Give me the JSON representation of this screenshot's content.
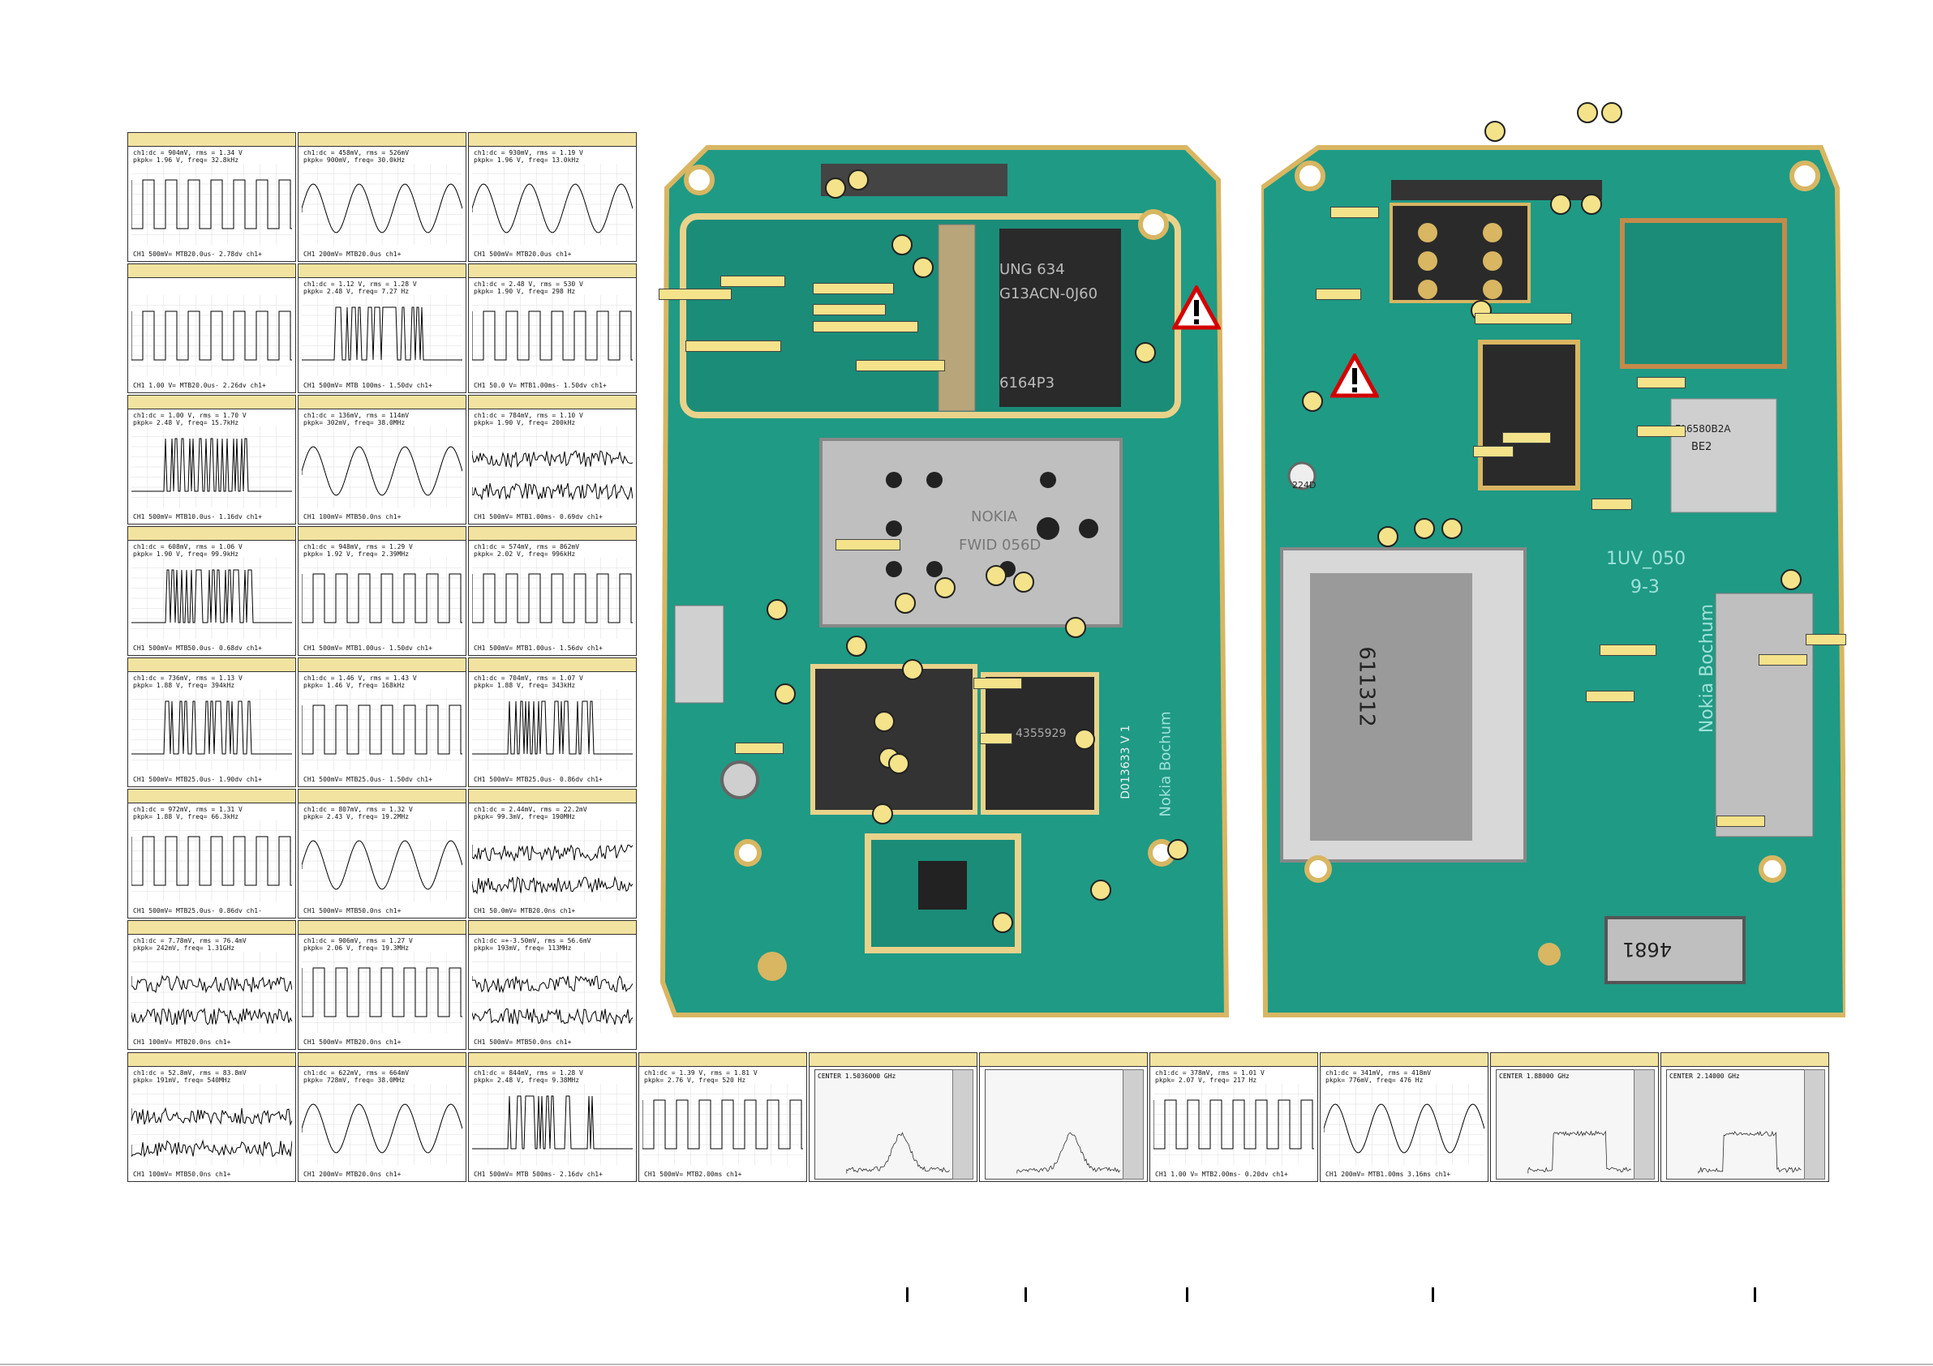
{
  "scope_rows": [
    [
      {
        "line1": "ch1:dc  =  904mV, rms = 1.34 V",
        "line2": "pkpk= 1.96 V, freq= 32.8kHz",
        "foot": "CH1  500mV=    MTB20.0us-  2.78dv ch1+"
      },
      {
        "line1": "ch1:dc  =  458mV, rms =  526mV",
        "line2": "pkpk= 900mV, freq= 30.0kHz",
        "foot": "CH1  200mV=    MTB20.0us         ch1+"
      },
      {
        "line1": "ch1:dc  =  930mV, rms = 1.19 V",
        "line2": "pkpk= 1.96 V, freq= 13.0kHz",
        "foot": "CH1  500mV=    MTB20.0us         ch1+"
      }
    ],
    [
      {
        "line1": "",
        "line2": "",
        "foot": "CH1 1.00 V=    MTB20.0us-  2.26dv ch1+"
      },
      {
        "line1": "ch1:dc  = 1.12 V, rms = 1.28 V",
        "line2": "pkpk= 2.48 V, freq= 7.27 Hz",
        "foot": "CH1  500mV=    MTB 100ms-  1.50dv ch1+"
      },
      {
        "line1": "ch1:dc  = 2.48 V, rms =  530 V",
        "line2": "pkpk= 1.90 V, freq=  298 Hz",
        "foot": "CH1 50.0 V=    MTB1.00ms-  1.50dv ch1+"
      }
    ],
    [
      {
        "line1": "ch1:dc  = 1.00 V, rms = 1.70 V",
        "line2": "pkpk= 2.48 V, freq= 15.7kHz",
        "foot": "CH1  500mV=    MTB10.0us-  1.16dv ch1+"
      },
      {
        "line1": "ch1:dc  =  136mV, rms =  114mV",
        "line2": "pkpk= 302mV, freq= 38.0MHz",
        "foot": "CH1  100mV=    MTB50.0ns         ch1+"
      },
      {
        "line1": "ch1:dc  =  784mV, rms = 1.10 V",
        "line2": "pkpk= 1.90 V, freq=  200kHz",
        "foot": "CH1  500mV=    MTB1.00ms-  0.69dv ch1+"
      }
    ],
    [
      {
        "line1": "ch1:dc  =  608mV, rms = 1.06 V",
        "line2": "pkpk= 1.90 V, freq= 99.9kHz",
        "foot": "CH1  500mV=    MTB50.0us-  0.68dv ch1+"
      },
      {
        "line1": "ch1:dc  =  948mV, rms = 1.29 V",
        "line2": "pkpk= 1.92 V, freq= 2.39MHz",
        "foot": "CH1  500mV=    MTB1.00us-  1.50dv ch1+"
      },
      {
        "line1": "ch1:dc  =  574mV, rms =  862mV",
        "line2": "pkpk= 2.02 V, freq=  996kHz",
        "foot": "CH1  500mV=    MTB1.00us-  1.56dv ch1+"
      }
    ],
    [
      {
        "line1": "ch1:dc  =  736mV, rms = 1.13 V",
        "line2": "pkpk= 1.88 V, freq=  394kHz",
        "foot": "CH1  500mV=    MTB25.0us-  1.90dv ch1+"
      },
      {
        "line1": "ch1:dc  = 1.46 V, rms = 1.43 V",
        "line2": "pkpk= 1.46 V, freq=  168kHz",
        "foot": "CH1  500mV=    MTB25.0us-  1.50dv ch1+"
      },
      {
        "line1": "ch1:dc  =  704mV, rms = 1.07 V",
        "line2": "pkpk= 1.88 V, freq=  343kHz",
        "foot": "CH1  500mV=    MTB25.0us-  0.86dv ch1+"
      }
    ],
    [
      {
        "line1": "ch1:dc  =  972mV, rms = 1.31 V",
        "line2": "pkpk= 1.88 V, freq= 66.3kHz",
        "foot": "CH1  500mV=    MTB25.0us-  0.86dv ch1-"
      },
      {
        "line1": "ch1:dc  =  807mV, rms = 1.32 V",
        "line2": "pkpk= 2.43 V, freq= 19.2MHz",
        "foot": "CH1  500mV=    MTB50.0ns         ch1+"
      },
      {
        "line1": "ch1:dc  = 2.44mV, rms = 22.2mV",
        "line2": "pkpk= 99.3mV, freq=  190MHz",
        "foot": "CH1 50.0mV=    MTB20.0ns         ch1+"
      }
    ],
    [
      {
        "line1": "ch1:dc  = 7.78mV, rms = 76.4mV",
        "line2": "pkpk=  242mV, freq= 1.31GHz",
        "foot": "CH1  100mV=    MTB20.0ns         ch1+"
      },
      {
        "line1": "ch1:dc  =  906mV, rms = 1.27 V",
        "line2": "pkpk= 2.06 V, freq= 19.3MHz",
        "foot": "CH1  500mV=    MTB20.0ns         ch1+"
      },
      {
        "line1": "ch1:dc  =+-3.50mV, rms = 56.6mV",
        "line2": "pkpk=  193mV, freq= 113MHz",
        "foot": "CH1  500mV=    MTB50.0ns         ch1+"
      }
    ]
  ],
  "bottom_scopes": [
    {
      "line1": "ch1:dc  = 52.8mV, rms = 83.8mV",
      "line2": "pkpk=  191mV, freq= 540MHz",
      "foot": "CH1  100mV=    MTB50.0ns         ch1+"
    },
    {
      "line1": "ch1:dc  = 622mV, rms =  664mV",
      "line2": "pkpk=  728mV, freq= 38.0MHz",
      "foot": "CH1  200mV=    MTB20.0ns         ch1+"
    },
    {
      "line1": "ch1:dc  =  844mV, rms = 1.28 V",
      "line2": "pkpk= 2.48 V, freq= 9.38MHz",
      "foot": "CH1  500mV=    MTB 500ms-  2.16dv ch1+"
    },
    {
      "line1": "ch1:dc  = 1.39 V, rms = 1.81 V",
      "line2": "pkpk= 2.76 V, freq=  520 Hz",
      "foot": "CH1  500mV=    MTB2.00ms         ch1+"
    },
    {
      "center": "CENTER",
      "freq": "1.5036000 GHz"
    },
    {
      "center": "",
      "freq": ""
    },
    {
      "line1": "ch1:dc  =  378mV, rms = 1.01 V",
      "line2": "pkpk= 2.07 V, freq=  217 Hz",
      "foot": "CH1 1.00 V=    MTB2.00ms-  0.20dv ch1+"
    },
    {
      "line1": "ch1:dc  =  341mV, rms =  418mV",
      "line2": "pkpk=  776mV, freq=  476 Hz",
      "foot": "CH1  200mV=    MTB1.00ms  3.16ms ch1+"
    },
    {
      "center": "CENTER",
      "freq": "1.88000 GHz"
    },
    {
      "center": "CENTER",
      "freq": "2.14000 GHz"
    }
  ],
  "board_silk": {
    "left_chip": "UNG   634",
    "left_chip2": "G13ACN-0J60",
    "left_chip3": "6164P3",
    "shield_text1": "NOKIA",
    "shield_text2": "FWID 056D",
    "vertical": "Nokia Bochum",
    "part_left": "D013633 V 1",
    "part_left2": "4355929",
    "right_code": "1UV_050",
    "right_code2": "9-3",
    "right_vertical": "Nokia Bochum",
    "sd_label": "611312",
    "vib_label": "4681",
    "cap_label": "224D",
    "module_label": "FA6580B2A",
    "module_label2": "BE2"
  },
  "colors": {
    "pcb": "#1f9a85",
    "gold": "#d8b662",
    "callout": "#f4e38a",
    "header": "#f3e3a0"
  }
}
